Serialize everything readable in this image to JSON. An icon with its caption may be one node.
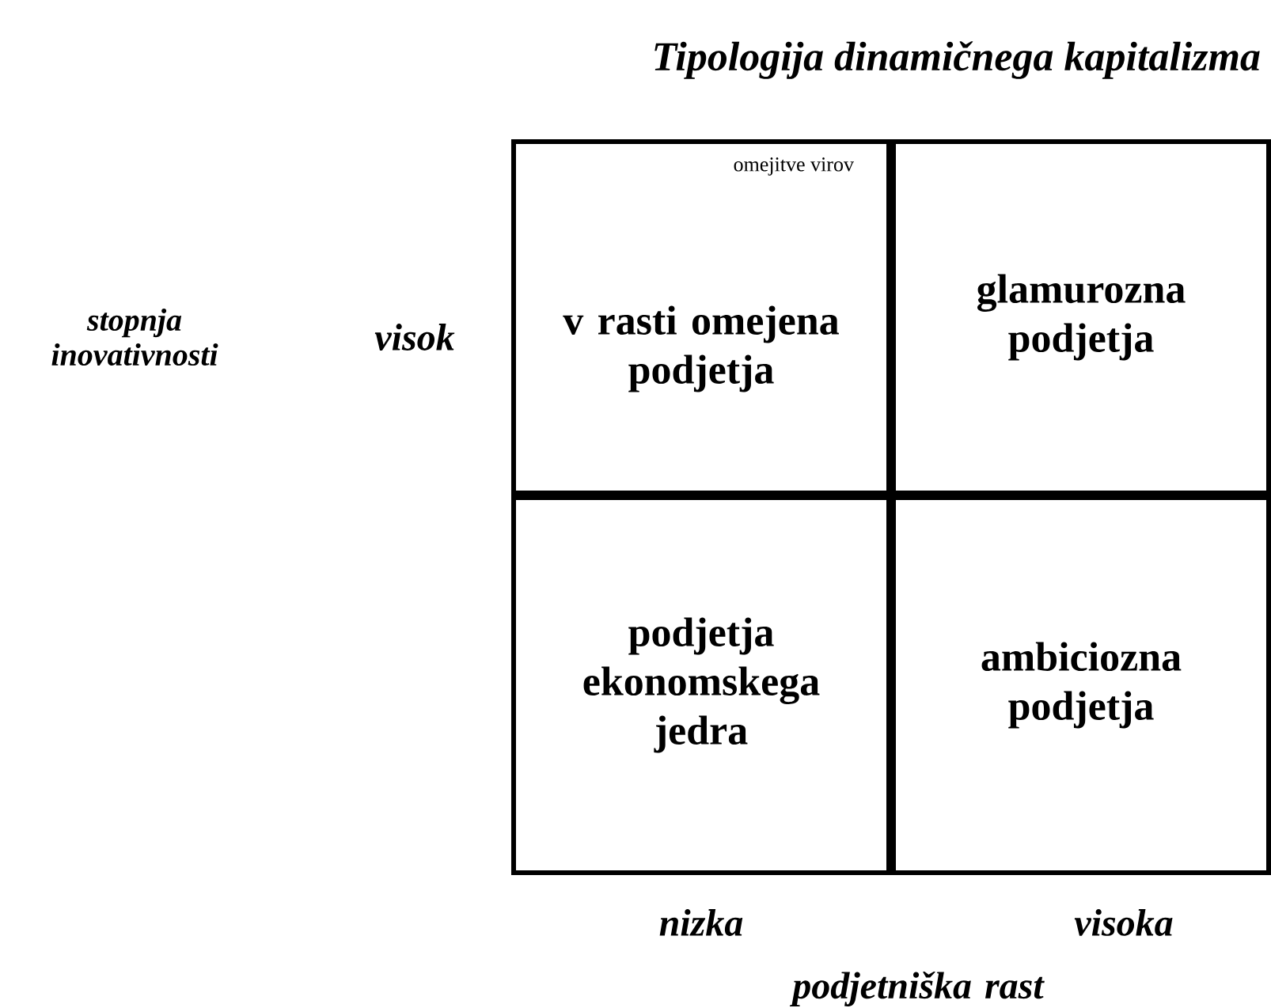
{
  "diagram": {
    "title": "Tipologija dinamičnega kapitalizma",
    "nodes": [
      {
        "text": [
          "omejitve virov",
          "v rasti omejena podjetja"
        ]
      },
      {
        "text": [
          "glamurozna podjetja"
        ]
      },
      {
        "text": [
          "podjetja ekonomskega jedra"
        ]
      },
      {
        "text": [
          "ambiciozna podjetja"
        ]
      }
    ],
    "labels": [
      "stopnja inovativnosti",
      "visok",
      "nizka",
      "visoka",
      "podjetniška rast"
    ]
  }
}
